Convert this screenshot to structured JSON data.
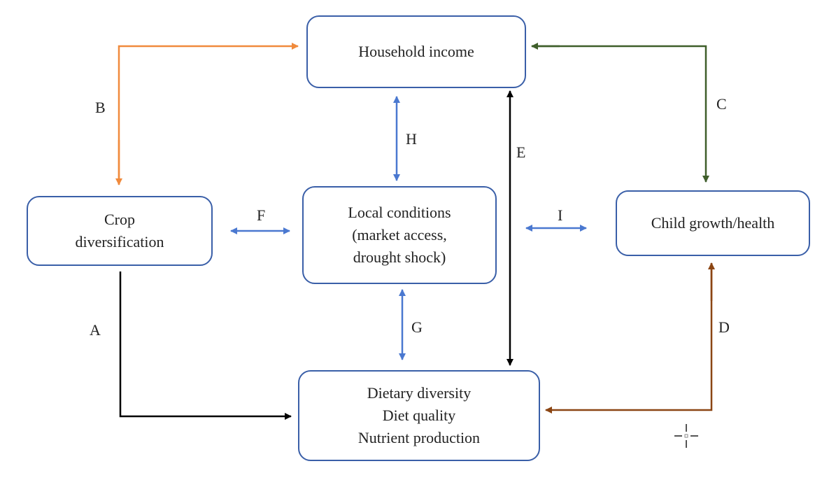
{
  "nodes": {
    "household": {
      "lines": [
        "Household income"
      ]
    },
    "crop": {
      "lines": [
        "Crop",
        "diversification"
      ]
    },
    "local": {
      "lines": [
        "Local conditions",
        "(market access,",
        "drought shock)"
      ]
    },
    "child": {
      "lines": [
        "Child growth/health"
      ]
    },
    "diet": {
      "lines": [
        "Dietary diversity",
        "Diet quality",
        "Nutrient production"
      ]
    }
  },
  "edges": {
    "A": {
      "label": "A",
      "color": "#000000"
    },
    "B": {
      "label": "B",
      "color": "#f08a3c"
    },
    "C": {
      "label": "C",
      "color": "#3f5e2a"
    },
    "D": {
      "label": "D",
      "color": "#8b4513"
    },
    "E": {
      "label": "E",
      "color": "#000000"
    },
    "F": {
      "label": "F",
      "color": "#4a78d0"
    },
    "G": {
      "label": "G",
      "color": "#4a78d0"
    },
    "H": {
      "label": "H",
      "color": "#4a78d0"
    },
    "I": {
      "label": "I",
      "color": "#4a78d0"
    }
  },
  "node_border_color": "#3a5fa8",
  "cursor_icon": "crosshair-cursor-icon"
}
